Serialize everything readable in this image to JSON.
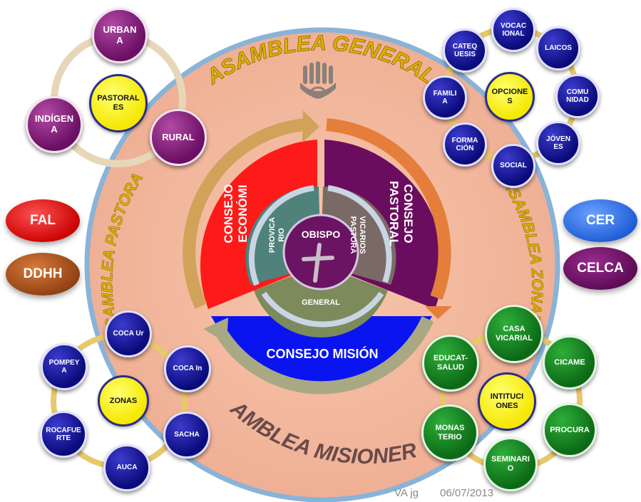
{
  "assemblies": {
    "general": "ASAMBLEA GENERAL",
    "pastoral": "ASAMBLEA PASTORAL",
    "zonal": "ASAMBLEA ZONAL",
    "misioneros": "ASAMBLEA MISIONEROS"
  },
  "center": {
    "bishop": "OBISPO",
    "provicario": "PROVICA\nRIO",
    "vicarios": "VICARIOS\nPASTORA",
    "general": "GENERAL"
  },
  "councils": {
    "economico": "CONSEJO\nECONÓMI",
    "pastoral": "CONSEJO\nPASTORAL",
    "mision": "CONSEJO MISIÓN"
  },
  "clusters": {
    "pastorales": {
      "hub": "PASTORAL\nES",
      "items": [
        "URBAN\nA",
        "RURAL",
        "INDÍGEN\nA"
      ]
    },
    "opciones": {
      "hub": "OPCIONE\nS",
      "items": [
        "VOCAC\nIONAL",
        "LAICOS",
        "COMU\nNIDAD",
        "JÓVEN\nES",
        "SOCIAL",
        "FORMA\nCIÓN",
        "FAMILI\nA",
        "CATEQ\nUESIS"
      ]
    },
    "zonas": {
      "hub": "ZONAS",
      "items": [
        "COCA Ur",
        "COCA In",
        "SACHA",
        "AUCA",
        "ROCAFUE\nRTE",
        "POMPEY\nA"
      ]
    },
    "instituciones": {
      "hub": "INTITUCI\nONES",
      "items": [
        "CASA\nVICARIAL",
        "CICAME",
        "PROCURA",
        "SEMINARI\nO",
        "MONAS\nTERIO",
        "EDUCAT-\nSALUD"
      ]
    }
  },
  "side_labels": {
    "fal": "FAL",
    "ddhh": "DDHH",
    "cer": "CER",
    "celca": "CELCA"
  },
  "footer": {
    "author": "VA jg",
    "date": "06/07/2013"
  },
  "colors": {
    "outer_disc": "#f2b79c",
    "consejo_economico": "#ff1a1a",
    "consejo_pastoral": "#6b0d5f",
    "consejo_mision": "#0a14f0",
    "fal": "#e81010",
    "ddhh": "#b2561e",
    "cer": "#2f74e8",
    "celca": "#6e0f62"
  }
}
